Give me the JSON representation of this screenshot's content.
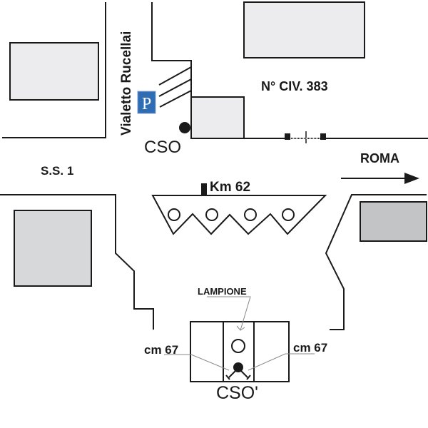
{
  "map": {
    "title": "Ubicazione CSO - Km 62 S.S. 1",
    "labels": {
      "street_side": "Vialetto Rucellai",
      "house_number": "N° CIV. 383",
      "main_road": "S.S. 1",
      "direction": "ROMA",
      "kilometer": "Km 62",
      "cso": "CSO",
      "cso_prime": "CSO'",
      "lamp": "LAMPIONE",
      "distance_left": "cm 67",
      "distance_right": "cm 67",
      "parking": "P"
    },
    "colors": {
      "building_light": "#ececee",
      "building_mid": "#d7d8da",
      "building_dark": "#c3c4c6",
      "parking_blue": "#2e6db4",
      "line": "#1a1a1a"
    }
  }
}
